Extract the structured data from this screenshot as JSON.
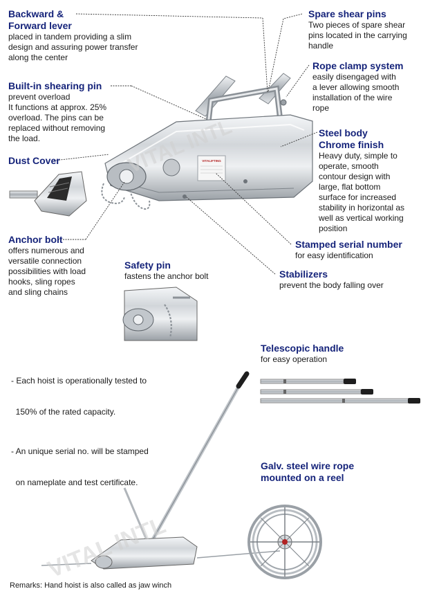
{
  "callouts": {
    "lever": {
      "title1": "Backward &",
      "title2": "Forward lever",
      "desc": [
        "placed in tandem providing a slim",
        "design and assuring power transfer",
        "along the center"
      ]
    },
    "shearing": {
      "title": "Built-in shearing pin",
      "desc": [
        "prevent overload",
        "It functions at approx. 25%",
        "overload.  The pins can be",
        "replaced without removing",
        "the load."
      ]
    },
    "dust": {
      "title": "Dust Cover"
    },
    "anchor": {
      "title": "Anchor bolt",
      "desc": [
        "offers numerous and",
        "versatile connection",
        "possibilities with load",
        "hooks, sling ropes",
        "and sling chains"
      ]
    },
    "safety": {
      "title": "Safety pin",
      "desc": [
        "fastens the anchor bolt"
      ]
    },
    "spare": {
      "title": "Spare shear pins",
      "desc": [
        "Two pieces of spare shear",
        "pins located in the carrying",
        "handle"
      ]
    },
    "clamp": {
      "title": "Rope clamp system",
      "desc": [
        "easily disengaged with",
        "a lever allowing smooth",
        "installation of the wire",
        "rope"
      ]
    },
    "steel": {
      "title1": "Steel body",
      "title2": "Chrome finish",
      "desc": [
        "Heavy duty, simple to",
        "operate, smooth",
        "contour design with",
        "large, flat bottom",
        "surface for increased",
        "stability in horizontal as",
        "well as vertical working",
        "position"
      ]
    },
    "serial": {
      "title": "Stamped serial number",
      "desc": [
        "for easy identification"
      ]
    },
    "stab": {
      "title": "Stabilizers",
      "desc": [
        "prevent the body falling over"
      ]
    },
    "tele": {
      "title": "Telescopic handle",
      "desc": [
        "for easy operation"
      ]
    },
    "rope": {
      "title1": "Galv. steel wire rope",
      "title2": "mounted on a reel"
    }
  },
  "notes": [
    "- Each hoist is operationally tested to",
    "  150% of the rated capacity.",
    "- An unique serial no. will be stamped",
    "  on nameplate and test certificate."
  ],
  "remarks": "Remarks: Hand hoist is also called as jaw winch",
  "nameplate": "VITALIFTING",
  "watermark": "VITAL INTL",
  "colors": {
    "title": "#15237a",
    "text": "#1a1a1a",
    "metal": "#c8ccd0"
  }
}
